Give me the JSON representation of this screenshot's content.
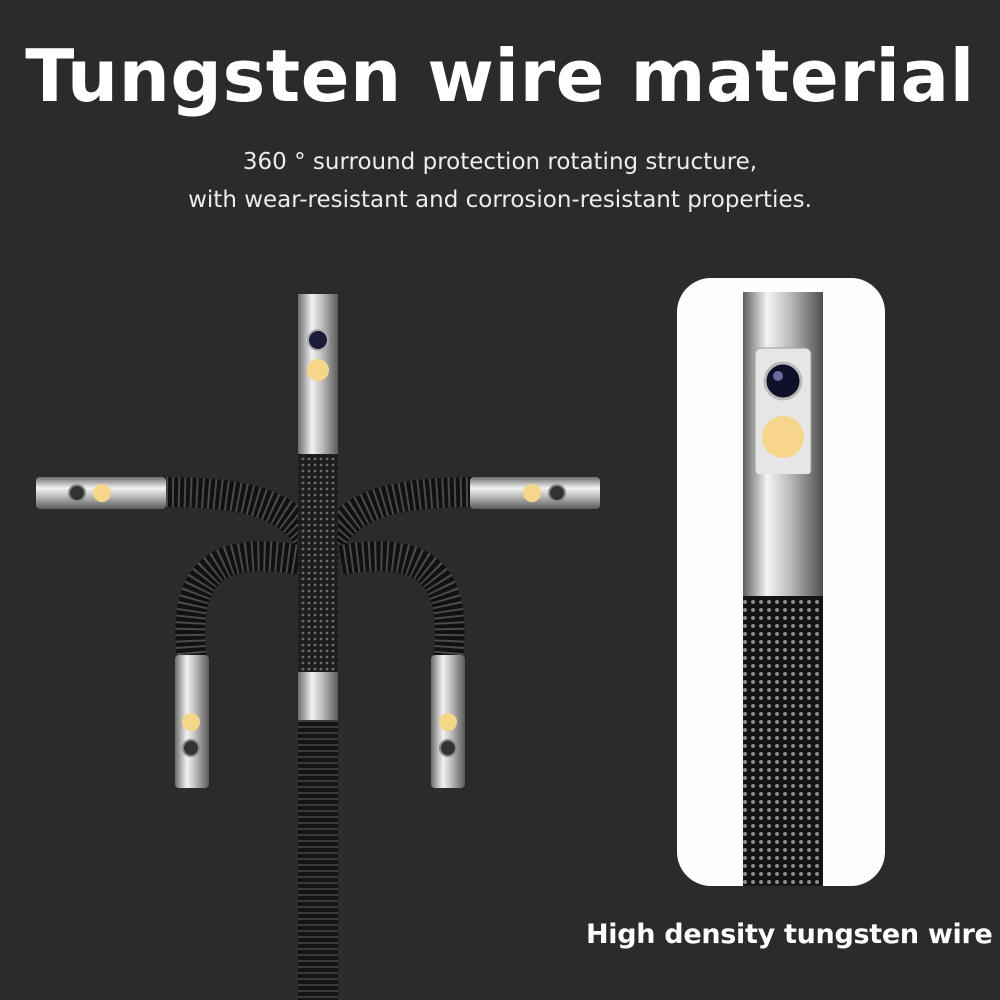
{
  "headline": "Tungsten wire material",
  "description": {
    "line1": "360 ° surround protection rotating structure,",
    "line2": "with wear-resistant and corrosion-resistant properties."
  },
  "detail_caption": "High density tungsten wire",
  "colors": {
    "background": "#2b2b2b",
    "card": "#fefefe",
    "led": "#f6d68a",
    "metal": "#c9c9c9",
    "cable": "#1a1a1a"
  },
  "icons": {
    "camera": "camera-lens-icon",
    "led": "led-light-icon"
  }
}
